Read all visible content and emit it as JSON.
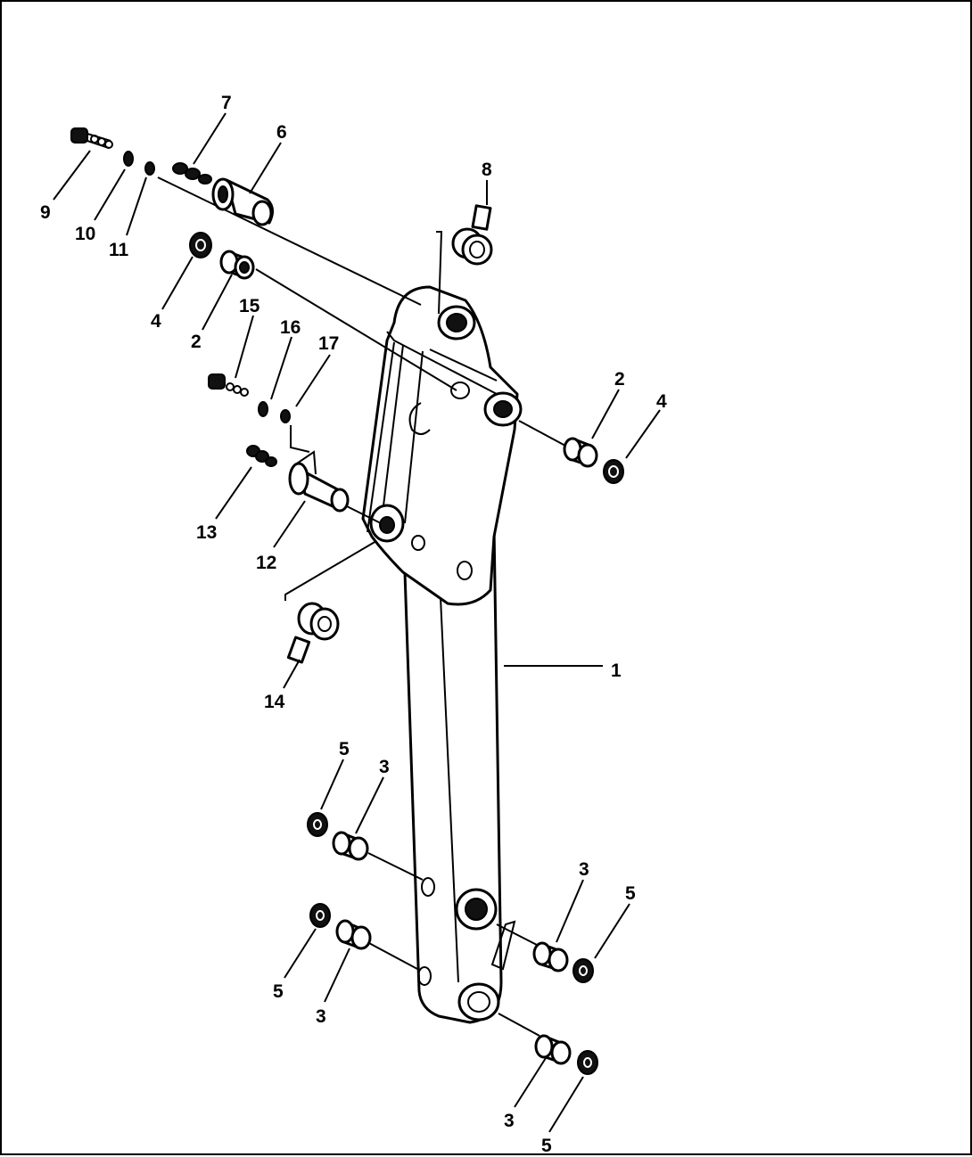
{
  "callouts": [
    {
      "id": "c1",
      "text": "1"
    },
    {
      "id": "c2a",
      "text": "2"
    },
    {
      "id": "c2b",
      "text": "2"
    },
    {
      "id": "c3a",
      "text": "3"
    },
    {
      "id": "c3b",
      "text": "3"
    },
    {
      "id": "c3c",
      "text": "3"
    },
    {
      "id": "c3d",
      "text": "3"
    },
    {
      "id": "c4a",
      "text": "4"
    },
    {
      "id": "c4b",
      "text": "4"
    },
    {
      "id": "c5a",
      "text": "5"
    },
    {
      "id": "c5b",
      "text": "5"
    },
    {
      "id": "c5c",
      "text": "5"
    },
    {
      "id": "c5d",
      "text": "5"
    },
    {
      "id": "c6",
      "text": "6"
    },
    {
      "id": "c7",
      "text": "7"
    },
    {
      "id": "c8",
      "text": "8"
    },
    {
      "id": "c9",
      "text": "9"
    },
    {
      "id": "c10",
      "text": "10"
    },
    {
      "id": "c11",
      "text": "11"
    },
    {
      "id": "c12",
      "text": "12"
    },
    {
      "id": "c13",
      "text": "13"
    },
    {
      "id": "c14",
      "text": "14"
    },
    {
      "id": "c15",
      "text": "15"
    },
    {
      "id": "c16",
      "text": "16"
    },
    {
      "id": "c17",
      "text": "17"
    }
  ]
}
